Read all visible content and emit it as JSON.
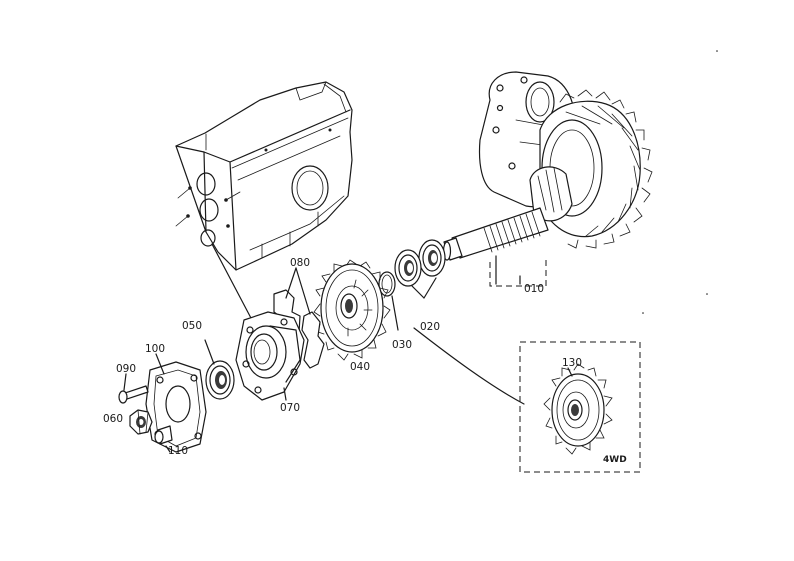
{
  "labels": {
    "p010": "010",
    "p020": "020",
    "p030": "030",
    "p040": "040",
    "p050": "050",
    "p060": "060",
    "p070": "070",
    "p080": "080",
    "p090": "090",
    "p100": "100",
    "p110": "110",
    "p130": "130"
  },
  "inset": {
    "variant_label": "4WD"
  }
}
